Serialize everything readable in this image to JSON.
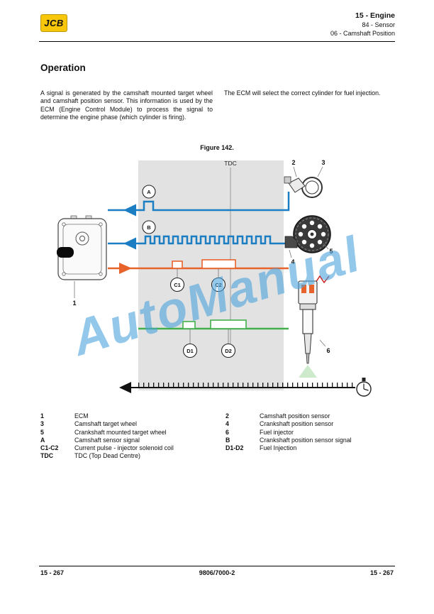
{
  "header": {
    "logo_text": "JCB",
    "chapter": "15 - Engine",
    "section": "84 - Sensor",
    "subsection": "06 - Camshaft Position"
  },
  "content": {
    "title": "Operation",
    "para_left": "A signal is generated by the camshaft mounted target wheel and camshaft position sensor. This information is used by the ECM (Engine Control Module) to process the signal to determine the engine phase (which cylinder is firing).",
    "para_right": "The ECM will select the correct cylinder for fuel injection."
  },
  "figure": {
    "caption": "Figure 142.",
    "tdc": "TDC",
    "labels": {
      "n1": "1",
      "n2": "2",
      "n3": "3",
      "n4": "4",
      "n5": "5",
      "n6": "6",
      "a": "A",
      "b": "B",
      "c1": "C1",
      "c2": "C2",
      "d1": "D1",
      "d2": "D2"
    }
  },
  "legend": {
    "left": [
      {
        "key": "1",
        "value": "ECM"
      },
      {
        "key": "3",
        "value": "Camshaft target wheel"
      },
      {
        "key": "5",
        "value": "Crankshaft mounted target wheel"
      },
      {
        "key": "A",
        "value": "Camshaft sensor signal"
      },
      {
        "key": "C1-C2",
        "value": "Current pulse - injector solenoid coil"
      },
      {
        "key": "TDC",
        "value": "TDC (Top Dead Centre)"
      }
    ],
    "right": [
      {
        "key": "2",
        "value": "Camshaft position sensor"
      },
      {
        "key": "4",
        "value": "Crankshaft position sensor"
      },
      {
        "key": "6",
        "value": "Fuel injector"
      },
      {
        "key": "B",
        "value": "Crankshaft position sensor signal"
      },
      {
        "key": "D1-D2",
        "value": "Fuel Injection"
      }
    ]
  },
  "watermark": "AutoManual",
  "footer": {
    "left": "15 - 267",
    "center": "9806/7000-2",
    "right": "15 - 267"
  },
  "colors": {
    "signal_blue": "#1b7ec2",
    "signal_orange": "#e8632c",
    "signal_green": "#41b04a",
    "watermark_blue": "#4da4de",
    "jcb_yellow": "#f9c70a"
  }
}
